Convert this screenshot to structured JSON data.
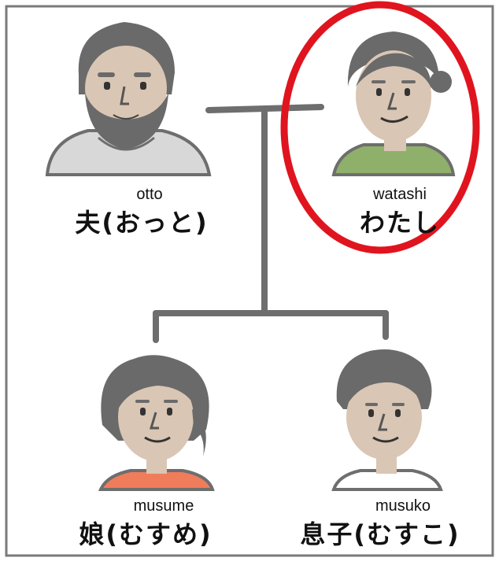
{
  "colors": {
    "frame": "#7a7a7a",
    "line": "#6e6e6e",
    "hair": "#6a6a6a",
    "skin": "#d9c6b4",
    "highlight": "#e0141e",
    "shirt_husband": "#d8d8d8",
    "shirt_me": "#8fb06a",
    "shirt_daughter": "#ef7c5a",
    "shirt_son": "#ffffff"
  },
  "people": [
    {
      "id": "husband",
      "romaji": "otto",
      "kana": "夫(おっと)",
      "highlighted": false
    },
    {
      "id": "me",
      "romaji": "watashi",
      "kana": "わたし",
      "highlighted": true
    },
    {
      "id": "daughter",
      "romaji": "musume",
      "kana": "娘(むすめ)",
      "highlighted": false
    },
    {
      "id": "son",
      "romaji": "musuko",
      "kana": "息子(むすこ)",
      "highlighted": false
    }
  ]
}
